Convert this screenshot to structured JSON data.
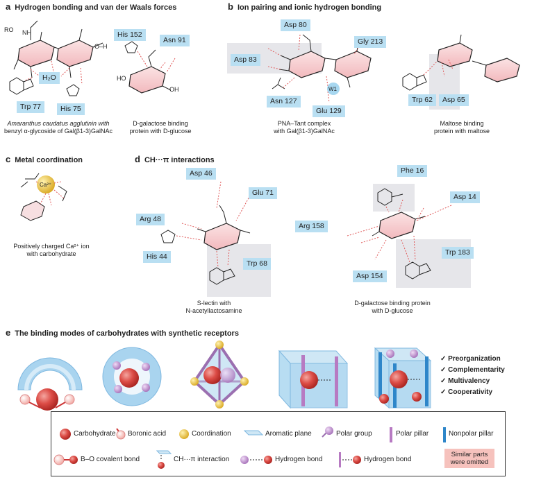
{
  "panels": {
    "a": {
      "letter": "a",
      "title": "Hydrogen bonding and van der Waals forces",
      "labels": {
        "his152": "His 152",
        "asn91": "Asn 91",
        "h2o": "H₂O",
        "trp77": "Trp 77",
        "his75": "His 75"
      },
      "caption_left_1": "Amaranthus caudatus agglutinin with",
      "caption_left_2": "benzyl α-glycoside of Gal(β1-3)GalNAc",
      "caption_right_1": "D-galactose binding",
      "caption_right_2": "protein with D-glucose",
      "atoms": {
        "ro": "RO",
        "nh": "NH",
        "oh": "O–H",
        "ho": "HO",
        "oh2": "OH"
      }
    },
    "b": {
      "letter": "b",
      "title": "Ion pairing and ionic hydrogen bonding",
      "labels": {
        "asp80": "Asp 80",
        "gly213": "Gly 213",
        "asp83": "Asp 83",
        "w1": "W1",
        "asn127": "Asn 127",
        "glu129": "Glu 129",
        "trp62": "Trp 62",
        "asp65": "Asp 65"
      },
      "caption_left_1": "PNA–Tant complex",
      "caption_left_2": "with Gal(β1-3)GalNAc",
      "caption_right_1": "Maltose binding",
      "caption_right_2": "protein with maltose"
    },
    "c": {
      "letter": "c",
      "title": "Metal coordination",
      "ion": "Ca²⁺",
      "caption_1": "Positively charged Ca²⁺ ion",
      "caption_2": "with carbohydrate"
    },
    "d": {
      "letter": "d",
      "title": "CH···π interactions",
      "labels": {
        "asp46": "Asp 46",
        "glu71": "Glu 71",
        "arg48": "Arg 48",
        "his44": "His 44",
        "trp68": "Trp 68",
        "phe16": "Phe 16",
        "asp14": "Asp 14",
        "arg158": "Arg 158",
        "trp183": "Trp 183",
        "asp154": "Asp 154"
      },
      "caption_left_1": "S-lectin with",
      "caption_left_2": "N-acetyllactosamine",
      "caption_right_1": "D-galactose binding protein",
      "caption_right_2": "with D-glucose"
    },
    "e": {
      "letter": "e",
      "title": "The binding modes of carbohydrates with synthetic receptors",
      "checklist": [
        "Preorganization",
        "Complementarity",
        "Multivalency",
        "Cooperativity"
      ]
    }
  },
  "legend": {
    "row1": [
      "Carbohydrate",
      "Boronic acid",
      "Coordination",
      "Aromatic plane",
      "Polar group",
      "Polar pillar",
      "Nonpolar pillar"
    ],
    "row2": [
      "B–O covalent bond",
      "CH···π interaction",
      "Hydrogen bond",
      "Hydrogen bond"
    ],
    "omitted": "Similar parts were omitted"
  },
  "colors": {
    "label_bg": "#b9dff2",
    "carbohydrate": "#d9534f",
    "boronic": "#f2b6b0",
    "coordination": "#e8c24a",
    "polar_pillar": "#b77ac2",
    "nonpolar_pillar": "#2e86c9",
    "hbond": "#e05a5a",
    "gray_box": "#e6e6ea"
  }
}
